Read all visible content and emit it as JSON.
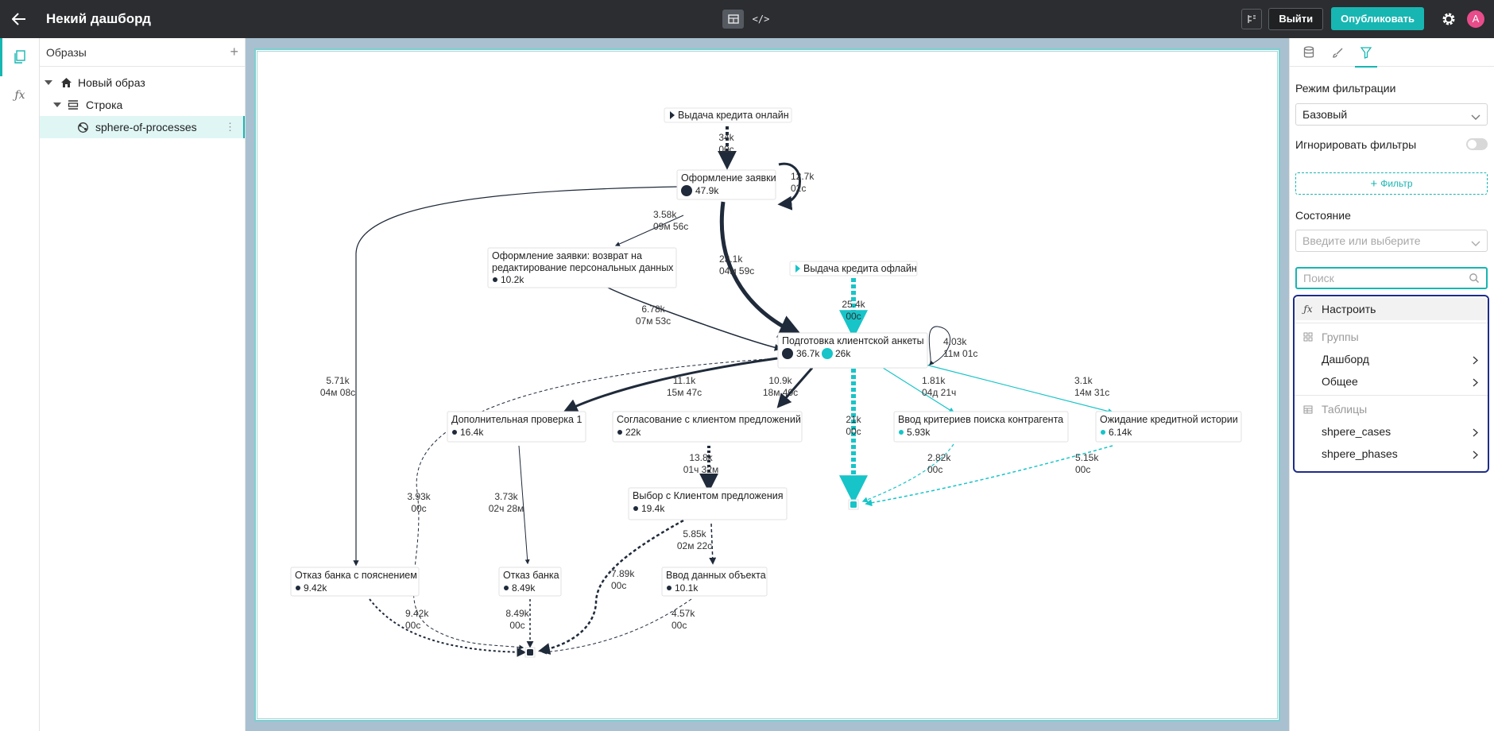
{
  "header": {
    "title": "Некий дашборд",
    "logout_label": "Выйти",
    "publish_label": "Опубликовать",
    "avatar_letter": "A",
    "accent": "#17b6b2",
    "avatar_color": "#e84c8a"
  },
  "sidebar": {
    "title": "Образы",
    "items": [
      {
        "label": "Новый образ"
      },
      {
        "label": "Строка"
      },
      {
        "label": "sphere-of-processes"
      }
    ]
  },
  "graph": {
    "starts": [
      {
        "label": "Выдача кредита онлайн"
      },
      {
        "label": "Выдача кредита офлайн"
      }
    ],
    "nodes": [
      {
        "label": "Оформление заявки",
        "count": "47.9k"
      },
      {
        "label": "Оформление заявки: возврат на редактирование персональных данных",
        "count": "10.2k"
      },
      {
        "label": "Подготовка клиентской анкеты",
        "count": "36.7k",
        "count2": "26k"
      },
      {
        "label": "Дополнительная проверка 1",
        "count": "16.4k"
      },
      {
        "label": "Согласование с клиентом предложений",
        "count": "22k"
      },
      {
        "label": "Ввод критериев поиска контрагента",
        "count": "5.93k"
      },
      {
        "label": "Ожидание кредитной истории",
        "count": "6.14k"
      },
      {
        "label": "Выбор с Клиентом предложения",
        "count": "19.4k"
      },
      {
        "label": "Отказ банка с пояснением",
        "count": "9.42k"
      },
      {
        "label": "Отказ банка",
        "count": "8.49k"
      },
      {
        "label": "Ввод данных объекта",
        "count": "10.1k"
      }
    ],
    "edges": [
      {
        "count": "34k",
        "time": "00с"
      },
      {
        "count": "12.7k",
        "time": "02с"
      },
      {
        "count": "3.58k",
        "time": "09м 56с"
      },
      {
        "count": "23.1k",
        "time": "04м 59с"
      },
      {
        "count": "25.4k",
        "time": "00с"
      },
      {
        "count": "6.78k",
        "time": "07м 53с"
      },
      {
        "count": "4.03k",
        "time": "11м 01с"
      },
      {
        "count": "5.71k",
        "time": "04м 08с"
      },
      {
        "count": "11.1k",
        "time": "15м 47с"
      },
      {
        "count": "10.9k",
        "time": "18м 40с"
      },
      {
        "count": "1.81k",
        "time": "04д 21ч"
      },
      {
        "count": "3.1k",
        "time": "14м 31с"
      },
      {
        "count": "21k",
        "time": "00с"
      },
      {
        "count": "13.8k",
        "time": "01ч 32м"
      },
      {
        "count": "2.82k",
        "time": "00с"
      },
      {
        "count": "5.15k",
        "time": "00с"
      },
      {
        "count": "3.93k",
        "time": "00с"
      },
      {
        "count": "3.73k",
        "time": "02ч 28м"
      },
      {
        "count": "5.85k",
        "time": "02м 22с"
      },
      {
        "count": "7.89k",
        "time": "00с"
      },
      {
        "count": "9.42k",
        "time": "00с"
      },
      {
        "count": "8.49k",
        "time": "00с"
      },
      {
        "count": "4.57k",
        "time": "00с"
      }
    ]
  },
  "rightpanel": {
    "filter_mode_label": "Режим фильтрации",
    "filter_mode_value": "Базовый",
    "ignore_filters_label": "Игнорировать фильтры",
    "filter_button": "Фильтр",
    "state_label": "Состояние",
    "state_placeholder": "Введите или выберите",
    "search_placeholder": "Поиск",
    "dropdown": {
      "configure": "Настроить",
      "groups_label": "Группы",
      "groups": [
        "Дашборд",
        "Общее"
      ],
      "tables_label": "Таблицы",
      "tables": [
        "shpere_cases",
        "shpere_phases"
      ]
    }
  }
}
